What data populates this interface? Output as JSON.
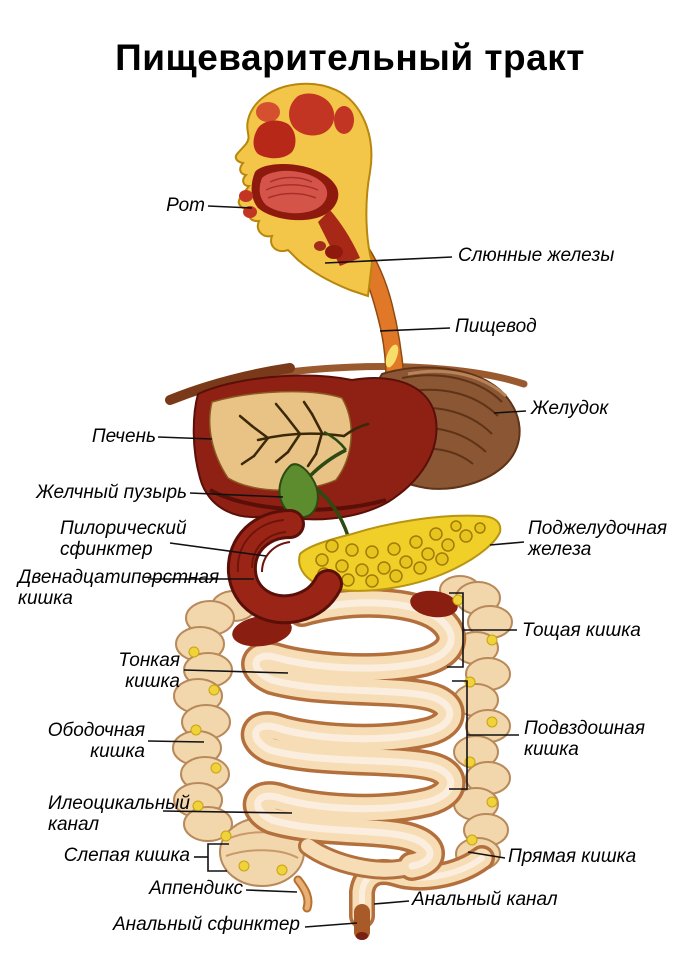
{
  "title": "Пищеварительный тракт",
  "labels": {
    "mouth": "Рот",
    "salivary_glands": "Слюнные железы",
    "esophagus": "Пищевод",
    "stomach": "Желудок",
    "liver": "Печень",
    "gallbladder": "Желчный пузырь",
    "pyloric_sphincter": "Пилорический сфинктер",
    "duodenum": "Двенадцатиперстная кишка",
    "pancreas": "Поджелудочная железа",
    "jejunum": "Тощая кишка",
    "small_intestine": "Тонкая кишка",
    "colon": "Ободочная кишка",
    "ileum": "Подвздошная кишка",
    "ileocecal_canal": "Илеоцикальный канал",
    "cecum": "Слепая кишка",
    "rectum": "Прямая кишка",
    "appendix": "Аппендикс",
    "anal_canal": "Анальный канал",
    "anal_sphincter": "Анальный сфинктер"
  },
  "colors": {
    "background": "#ffffff",
    "label_text": "#000000",
    "liver": "#8e2014",
    "liver_portal_area": "#e9c285",
    "stomach": "#8b5633",
    "gallbladder": "#5d8c2e",
    "pancreas": "#f0cf28",
    "duodenum": "#9a2517",
    "small_intestine": "#f6ddb6",
    "colon": "#f2d6ac",
    "oral_cavity": "#c23522"
  }
}
